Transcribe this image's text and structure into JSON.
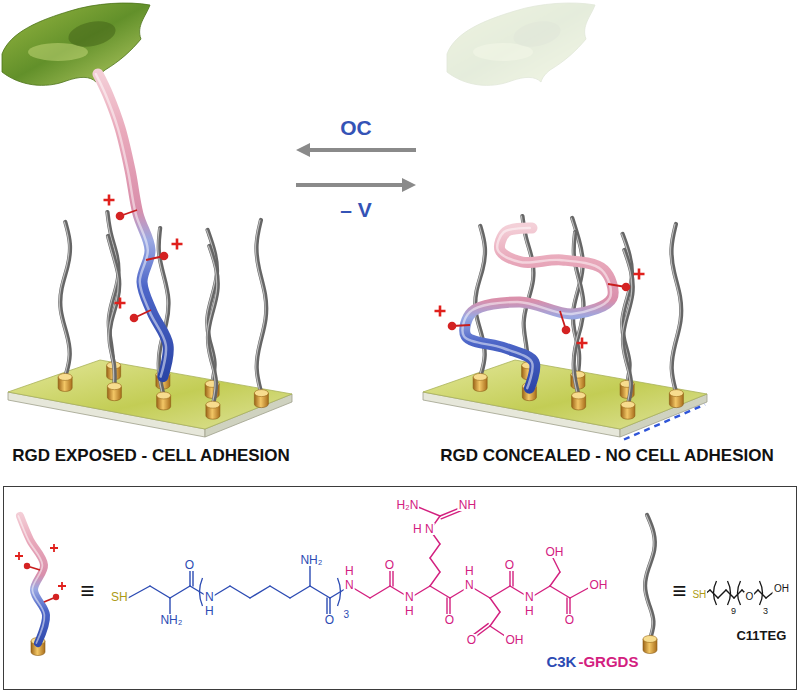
{
  "diagram": {
    "nodes": [
      {
        "text": [
          "RGD EXPOSED - CELL ADHESION"
        ]
      },
      {
        "text": [
          "RGD CONCEALED - NO CELL ADHESION"
        ]
      },
      {
        "text": [
          "≡",
          "SH",
          "NH₂",
          "O",
          "N",
          "H",
          "NH₂",
          "O",
          "3",
          "N",
          "H",
          "O",
          "N",
          "H",
          "H₂N",
          "H",
          "N",
          "NH",
          "O",
          "N",
          "H",
          "O",
          "OH",
          "O",
          "N",
          "H",
          "OH",
          "O",
          "OH",
          "C3K",
          "-GRGDS",
          "≡",
          "SH",
          "9",
          "O",
          "3",
          "OH",
          "C11TEG"
        ]
      }
    ],
    "edges": [
      {
        "from": 1,
        "to": 0,
        "arrow": "to",
        "label": "OC"
      },
      {
        "from": 0,
        "to": 1,
        "arrow": "to",
        "label": "– V"
      }
    ]
  }
}
